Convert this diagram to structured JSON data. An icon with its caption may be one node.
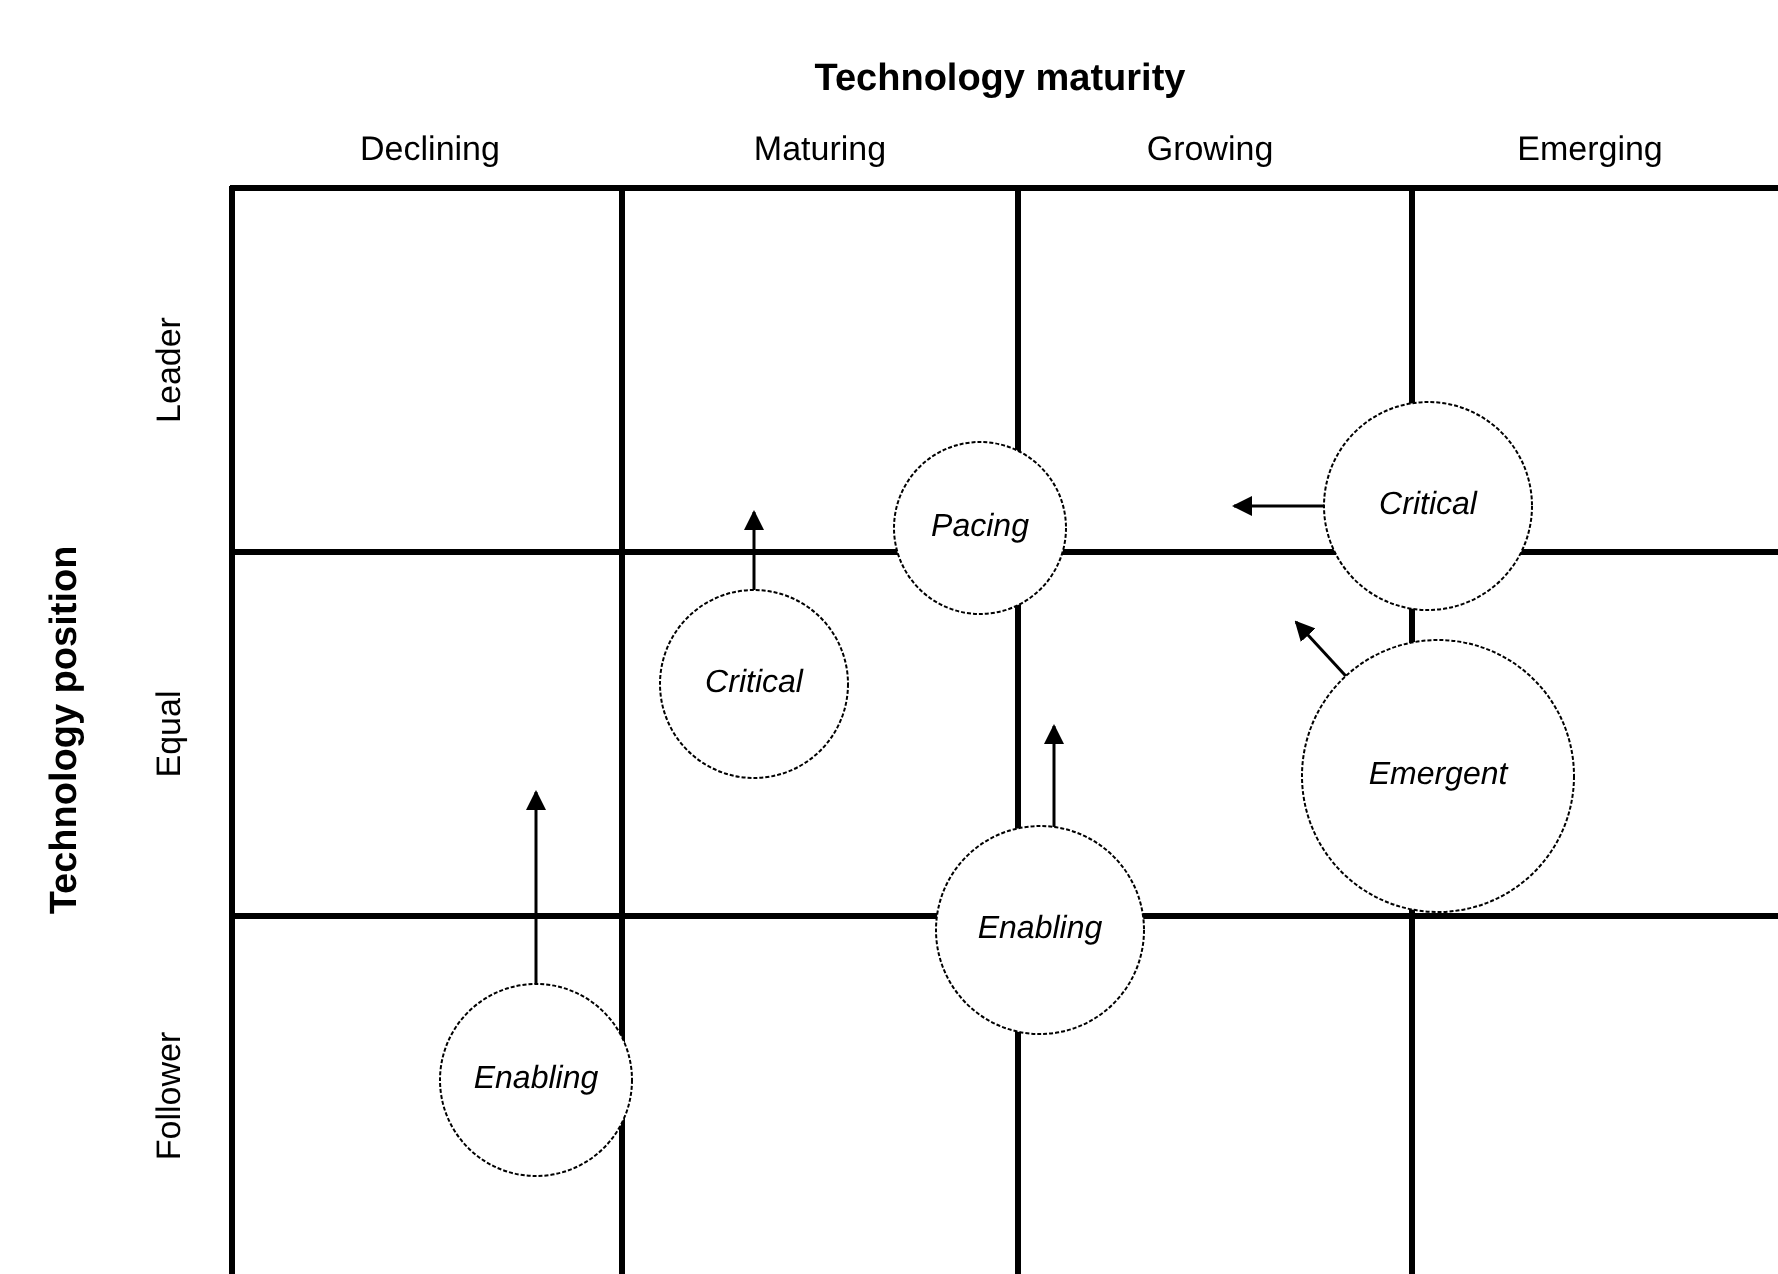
{
  "diagram": {
    "nodes": [
      {
        "text": [
          "Pacing"
        ]
      },
      {
        "text": [
          "Critical"
        ]
      },
      {
        "text": [
          "Critical"
        ]
      },
      {
        "text": [
          "Emergent"
        ]
      },
      {
        "text": [
          "Enabling"
        ]
      },
      {
        "text": [
          "Enabling"
        ]
      }
    ],
    "edges": [
      {
        "from": 1,
        "to": null,
        "arrow": "to"
      },
      {
        "from": 2,
        "to": null,
        "arrow": "to"
      },
      {
        "from": 3,
        "to": null,
        "arrow": "to"
      },
      {
        "from": 4,
        "to": null,
        "arrow": "to"
      },
      {
        "from": 5,
        "to": null,
        "arrow": "to"
      }
    ],
    "labels": [
      "Technology maturity",
      "Declining",
      "Maturing",
      "Growing",
      "Emerging",
      "Technology position",
      "Leader",
      "Equal",
      "Follower"
    ]
  }
}
